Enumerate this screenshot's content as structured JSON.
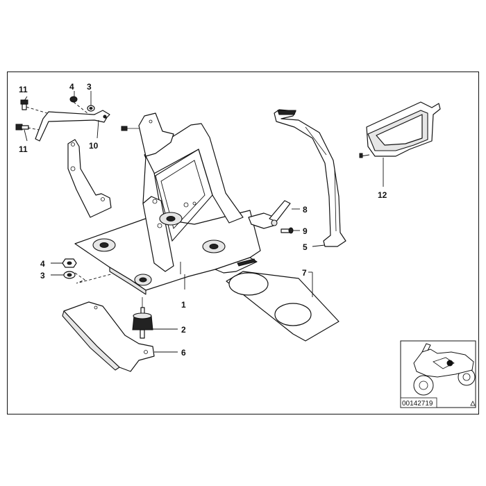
{
  "diagram": {
    "callouts": {
      "c1": "1",
      "c2": "2",
      "c3a": "3",
      "c3b": "3",
      "c4a": "4",
      "c4b": "4",
      "c5": "5",
      "c6": "6",
      "c7": "7",
      "c8": "8",
      "c9": "9",
      "c10": "10",
      "c11a": "11",
      "c11b": "11",
      "c12": "12"
    },
    "thumbnail": {
      "diagram_number": "00142719"
    }
  }
}
